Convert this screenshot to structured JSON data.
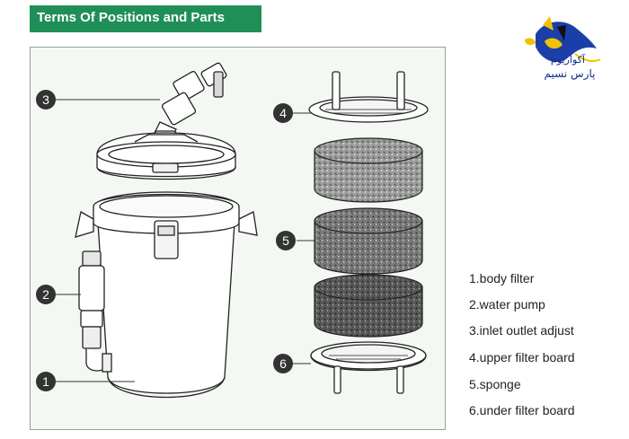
{
  "header": {
    "title": "Terms Of Positions and Parts",
    "color": "#1f8f57"
  },
  "callouts": [
    "1",
    "2",
    "3",
    "4",
    "5",
    "6"
  ],
  "legend": [
    "1.body filter",
    "2.water pump",
    "3.inlet outlet adjust",
    "4.upper filter board",
    "5.sponge",
    "6.under filter board"
  ],
  "logo": {
    "line1": "آکواریوم",
    "line2": "پارس نسیم",
    "icon": "angelfish-logo-icon"
  }
}
